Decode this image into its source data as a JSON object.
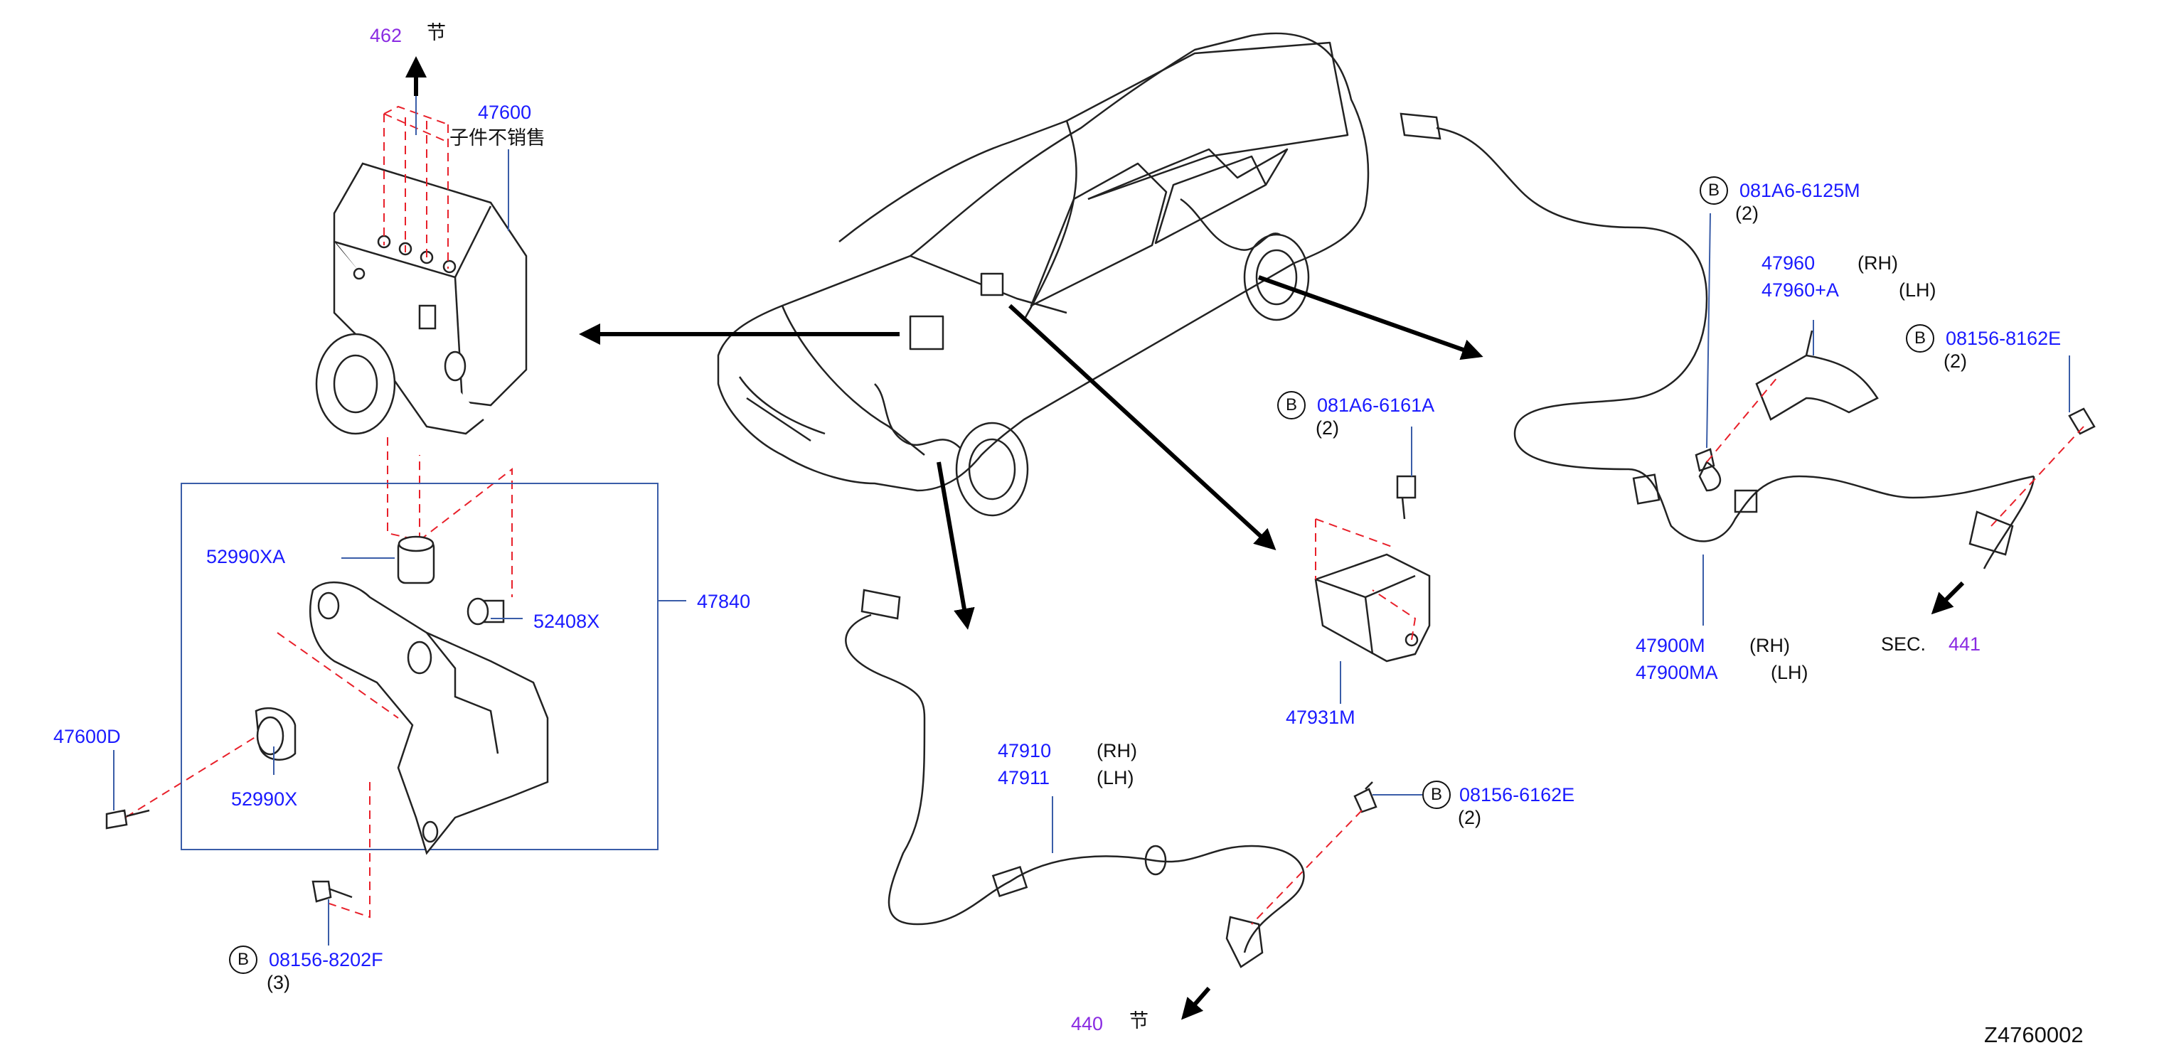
{
  "diagram_id": "Z4760002",
  "colors": {
    "part_number": "#1a1aff",
    "section_ref": "#8a2be2",
    "dashed_guide": "#e8202a",
    "outline": "#333333",
    "box": "#3a5da8"
  },
  "icons": {
    "bolt_badge": "circled-b-icon",
    "direction": "thick-arrow-icon"
  },
  "labels": {
    "sec_462": "462",
    "sec_462_suffix": "节",
    "actuator_pn": "47600",
    "actuator_note": "子件不销售",
    "bracket_box_pn": "47840",
    "insulator_a": "52990XA",
    "insulator": "52990X",
    "bolt_52408x": "52408X",
    "bolt_47600d": "47600D",
    "bolt_08156_8202f": "08156-8202F",
    "bolt_08156_8202f_qty": "(3)",
    "front_sensor_rh": "47910",
    "front_sensor_lh": "47911",
    "rh": "(RH)",
    "lh": "(LH)",
    "bolt_08156_6162e": "08156-6162E",
    "bolt_08156_6162e_qty": "(2)",
    "sec_440": "440",
    "sec_440_suffix": "节",
    "bolt_081a6_6161a": "081A6-6161A",
    "bolt_081a6_6161a_qty": "(2)",
    "yaw_sensor": "47931M",
    "bolt_081a6_6125m": "081A6-6125M",
    "bolt_081a6_6125m_qty": "(2)",
    "rear_bracket_rh": "47960",
    "rear_bracket_lh": "47960+A",
    "bolt_08156_8162e": "08156-8162E",
    "bolt_08156_8162e_qty": "(2)",
    "rear_sensor_rh": "47900M",
    "rear_sensor_lh": "47900MA",
    "sec_label": "SEC.",
    "sec_441": "441",
    "badge_letter": "B"
  }
}
